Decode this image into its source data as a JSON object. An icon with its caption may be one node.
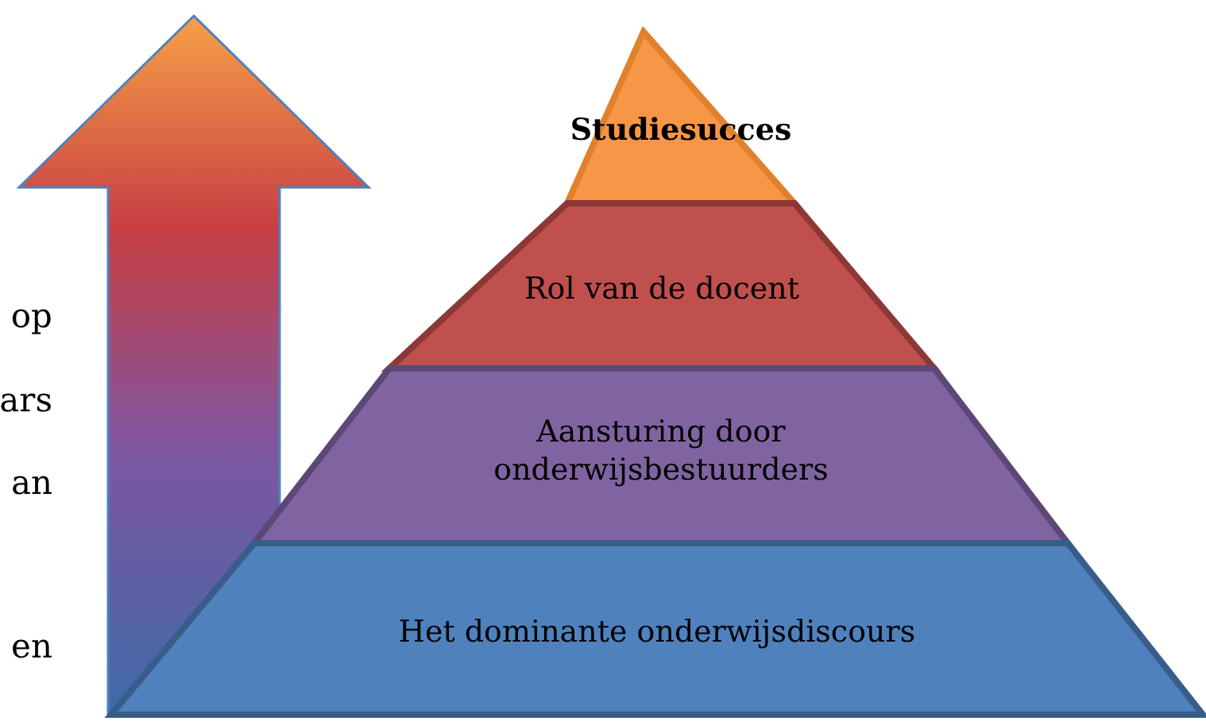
{
  "diagram": {
    "nodes": [
      {
        "text": [
          "Studiesucces"
        ]
      },
      {
        "text": [
          "Rol van de docent"
        ]
      },
      {
        "text": [
          "Aansturing door onderwijsbestuurders"
        ]
      },
      {
        "text": [
          "Het dominante onderwijsdiscours"
        ]
      }
    ],
    "labels": [
      "op",
      "ars",
      "an",
      "en"
    ]
  }
}
